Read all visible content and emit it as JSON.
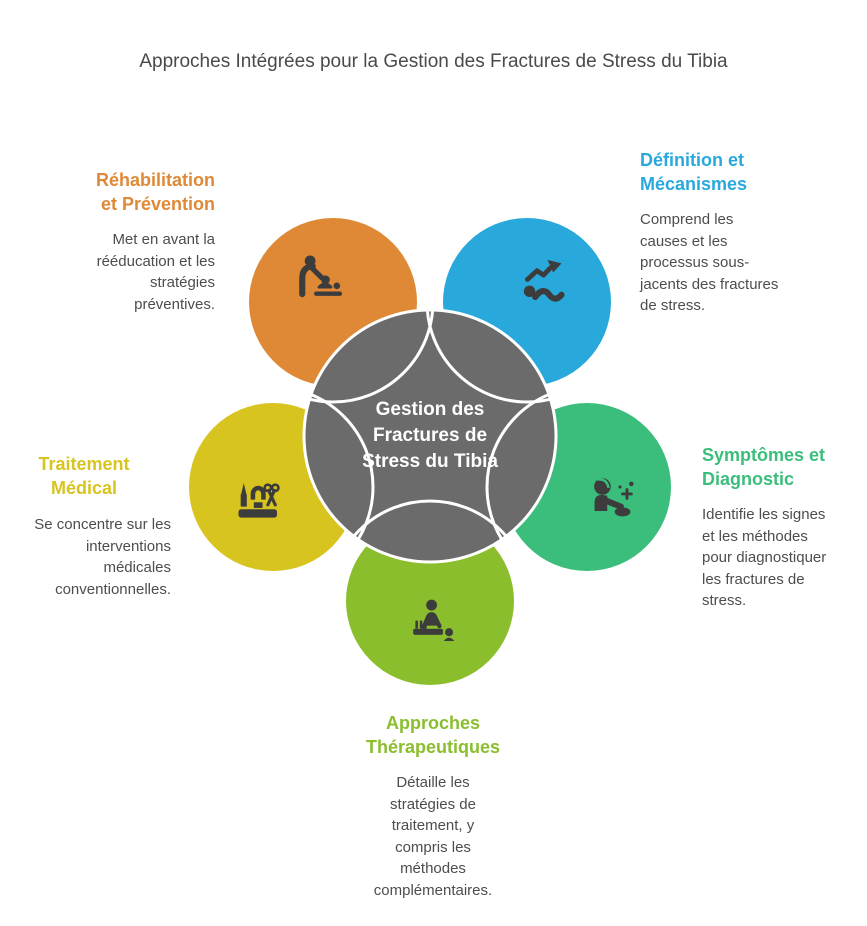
{
  "title": "Approches Intégrées pour la Gestion des Fractures de Stress du Tibia",
  "title_color": "#4A4A4A",
  "body_text_color": "#4D4D4D",
  "icon_color": "#3C3C3C",
  "center": {
    "label": "Gestion des\nFractures de\nStress du Tibia",
    "color": "#6B6B6B",
    "text_color": "#FFFFFF",
    "outline_color": "#FFFFFF"
  },
  "sections": {
    "rehabilitation": {
      "heading": "Réhabilitation\net Prévention",
      "body": "Met en avant la\nrééducation et les\nstratégies\npréventives.",
      "color": "#DF8936",
      "icon": "caregiver-exercise-icon"
    },
    "definition": {
      "heading": "Définition et\nMécanismes",
      "body": "Comprend les\ncauses et les\nprocessus sous-\njacents des fractures\nde stress.",
      "color": "#29A8DB",
      "icon": "falling-person-trend-arrow-icon"
    },
    "traitement": {
      "heading": "Traitement\nMédical",
      "body": "Se concentre sur les\ninterventions\nmédicales\nconventionnelles.",
      "color": "#D8C41F",
      "icon": "surgical-tools-icon"
    },
    "symptomes": {
      "heading": "Symptômes et\nDiagnostic",
      "body": "Identifie les signes\net les méthodes\npour diagnostiquer\nles fractures de\nstress.",
      "color": "#3BBE7B",
      "icon": "clinician-exam-icon"
    },
    "approches": {
      "heading": "Approches\nThérapeutiques",
      "body": "Détaille les\nstratégies de\ntraitement, y\ncompris les\nméthodes\ncomplémentaires.",
      "color": "#8BBE2D",
      "icon": "massage-therapy-icon"
    }
  }
}
